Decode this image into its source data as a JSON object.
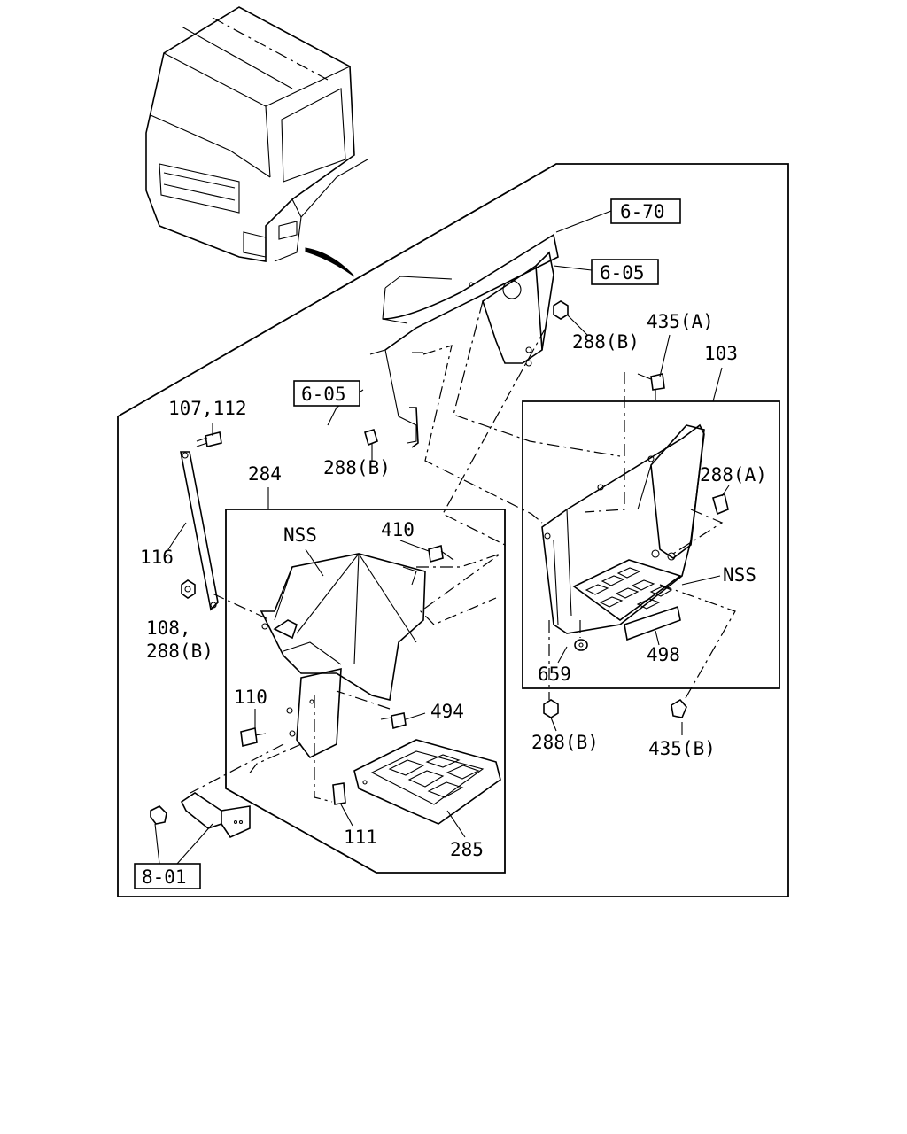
{
  "reference_labels": {
    "ref_6_70": "6-70",
    "ref_6_05_top": "6-05",
    "ref_6_05_left": "6-05",
    "ref_8_01": "8-01"
  },
  "part_labels": {
    "p435a": "435(A)",
    "p103": "103",
    "p288b_top": "288(B)",
    "p288b_mid": "288(B)",
    "p288a": "288(A)",
    "p107_112": "107,112",
    "p284": "284",
    "p116": "116",
    "pNSS_left": "NSS",
    "p410": "410",
    "pNSS_right": "NSS",
    "p108": "108,",
    "p288b_left": "288(B)",
    "p498": "498",
    "p659": "659",
    "p110": "110",
    "p494": "494",
    "p288b_bottom": "288(B)",
    "p435b": "435(B)",
    "p111": "111",
    "p285": "285"
  }
}
